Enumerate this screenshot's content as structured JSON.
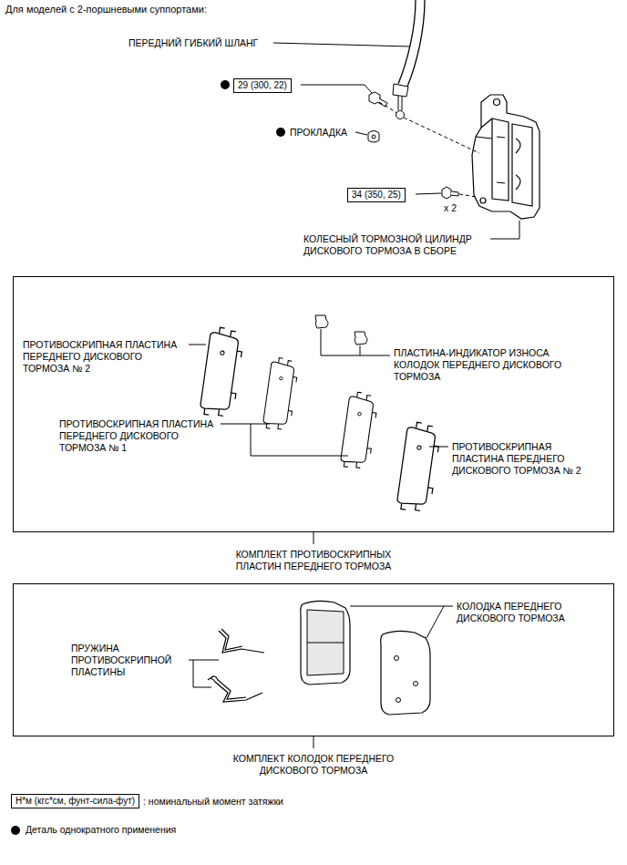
{
  "diagram": {
    "title": "Для моделей с 2-поршневыми суппортами:",
    "nodes": [
      {
        "text": [
          "29 (300, 22)"
        ]
      },
      {
        "text": [
          "34 (350, 25)"
        ]
      },
      {
        "text": [
          "КОМПЛЕКТ ПРОТИВОСКРИПНЫХ ПЛАСТИН ПЕРЕДНЕГО ТОРМОЗА"
        ]
      },
      {
        "text": [
          "КОМПЛЕКТ КОЛОДОК ПЕРЕДНЕГО ДИСКОВОГО ТОРМОЗА"
        ]
      },
      {
        "text": [
          "Н*м (кгс*см, фунт-сила-фут)"
        ]
      }
    ],
    "labels": [
      "ПЕРЕДНИЙ ГИБКИЙ ШЛАНГ",
      "ПРОКЛАДКА",
      "x 2",
      "КОЛЕСНЫЙ ТОРМОЗНОЙ ЦИЛИНДР ДИСКОВОГО ТОРМОЗА В СБОРЕ",
      "ПРОТИВОСКРИПНАЯ ПЛАСТИНА ПЕРЕДНЕГО ДИСКОВОГО ТОРМОЗА № 2",
      "ПЛАСТИНА-ИНДИКАТОР ИЗНОСА КОЛОДОК ПЕРЕДНЕГО ДИСКОВОГО ТОРМОЗА",
      "ПРОТИВОСКРИПНАЯ ПЛАСТИНА ПЕРЕДНЕГО ДИСКОВОГО ТОРМОЗА № 1",
      "ПРОТИВОСКРИПНАЯ ПЛАСТИНА ПЕРЕДНЕГО ДИСКОВОГО ТОРМОЗА № 2",
      "КОЛОДКА ПЕРЕДНЕГО ДИСКОВОГО ТОРМОЗА",
      "ПРУЖИНА ПРОТИВОСКРИПНОЙ ПЛАСТИНЫ",
      ": номинальный момент затяжки"
    ],
    "legend": [
      {
        "text": "Деталь однократного применения",
        "color": "#000000"
      }
    ]
  }
}
